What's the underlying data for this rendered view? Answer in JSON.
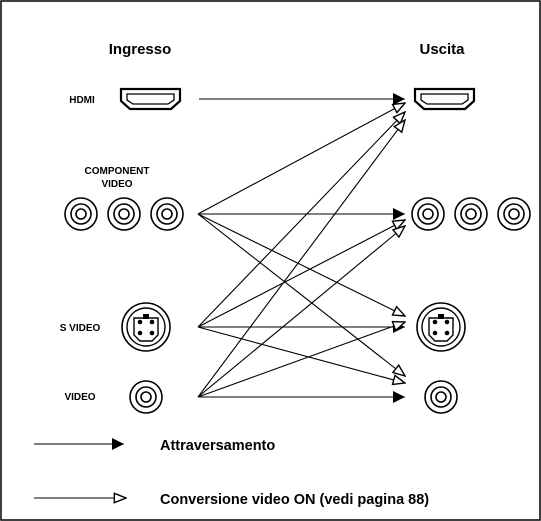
{
  "headers": {
    "input": "Ingresso",
    "output": "Uscita"
  },
  "labels": {
    "hdmi": "HDMI",
    "component_line1": "COMPONENT",
    "component_line2": "VIDEO",
    "svideo": "S VIDEO",
    "video": "VIDEO"
  },
  "legend": {
    "passthrough": "Attraversamento",
    "conversion": "Conversione video ON (vedi pagina 88)"
  },
  "connections": [
    {
      "from": "hdmi",
      "to": "hdmi",
      "kind": "passthrough"
    },
    {
      "from": "component",
      "to": "hdmi",
      "kind": "conversion"
    },
    {
      "from": "component",
      "to": "component",
      "kind": "passthrough"
    },
    {
      "from": "component",
      "to": "svideo",
      "kind": "conversion"
    },
    {
      "from": "component",
      "to": "video",
      "kind": "conversion"
    },
    {
      "from": "svideo",
      "to": "hdmi",
      "kind": "conversion"
    },
    {
      "from": "svideo",
      "to": "component",
      "kind": "conversion"
    },
    {
      "from": "svideo",
      "to": "svideo",
      "kind": "passthrough"
    },
    {
      "from": "svideo",
      "to": "video",
      "kind": "conversion"
    },
    {
      "from": "video",
      "to": "hdmi",
      "kind": "conversion"
    },
    {
      "from": "video",
      "to": "component",
      "kind": "conversion"
    },
    {
      "from": "video",
      "to": "svideo",
      "kind": "conversion"
    },
    {
      "from": "video",
      "to": "video",
      "kind": "passthrough"
    }
  ]
}
